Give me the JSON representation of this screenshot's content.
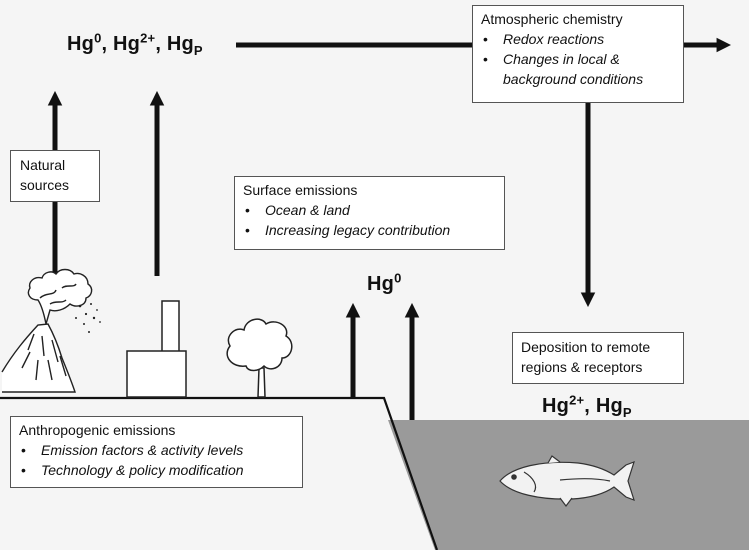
{
  "species": {
    "top": [
      {
        "base": "Hg",
        "sup": "0",
        "sep": ", "
      },
      {
        "base": "Hg",
        "sup": "2+",
        "sep": ", "
      },
      {
        "base": "Hg",
        "sub": "P",
        "sep": ""
      }
    ],
    "surface": {
      "base": "Hg",
      "sup": "0"
    },
    "deposition": [
      {
        "base": "Hg",
        "sup": "2+",
        "sep": ", "
      },
      {
        "base": "Hg",
        "sub": "P",
        "sep": ""
      }
    ]
  },
  "boxes": {
    "atmospheric": {
      "title": "Atmospheric chemistry",
      "items": [
        "Redox reactions",
        "Changes in local & background conditions"
      ]
    },
    "natural": {
      "title": "Natural sources"
    },
    "surface": {
      "title": "Surface emissions",
      "items": [
        "Ocean & land",
        "Increasing legacy contribution"
      ]
    },
    "deposition": {
      "title": "Deposition to remote regions & receptors"
    },
    "anthropogenic": {
      "title": "Anthropogenic emissions",
      "items": [
        "Emission factors & activity levels",
        "Technology & policy modification"
      ]
    }
  },
  "icons": [
    "volcano-icon",
    "factory-icon",
    "tree-icon",
    "fish-icon"
  ],
  "colors": {
    "sky": "#f5f5f5",
    "ocean": "#9a9a9a",
    "land": "#f5f5f5",
    "arrow": "#111111"
  }
}
